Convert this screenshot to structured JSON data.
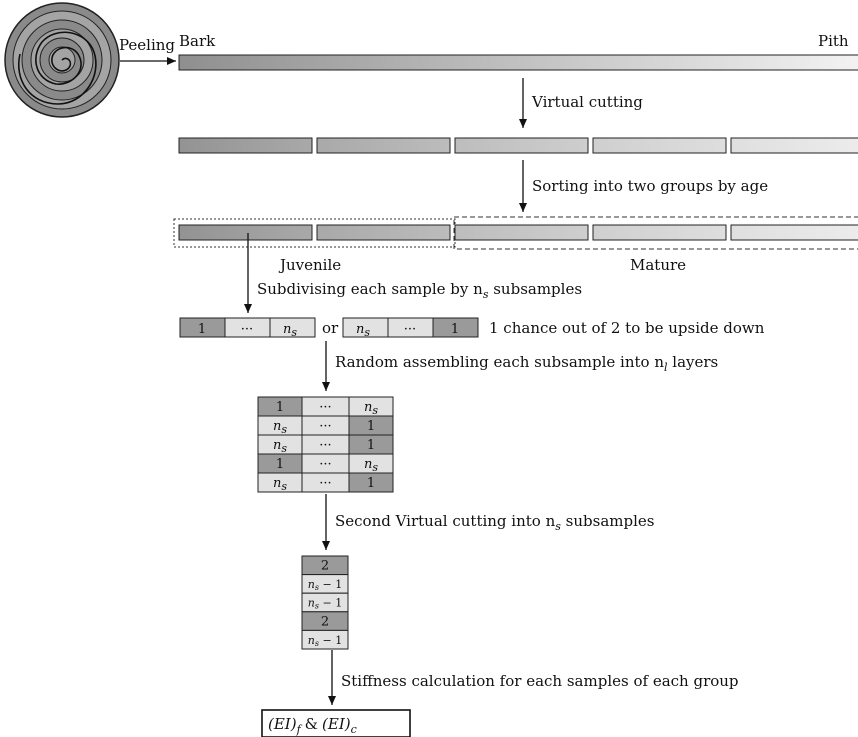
{
  "log": {
    "peeling_label": "Peeling"
  },
  "strip": {
    "bark_label": "Bark",
    "pith_label": "Pith"
  },
  "steps": {
    "virtual_cutting": "Virtual cutting",
    "sorting": "Sorting into two groups by age",
    "subdividing": "Subdivising each sample by n",
    "subdividing_sub": "s",
    "subdividing_tail": " subsamples",
    "random_assembling": "Random assembling each subsample into n",
    "random_assembling_sub": "l",
    "random_assembling_tail": " layers",
    "second_cutting": "Second Virtual cutting into n",
    "second_cutting_sub": "s",
    "second_cutting_tail": " subsamples",
    "stiffness": "Stiffness calculation for each samples of each group"
  },
  "groups": {
    "juvenile_label": "Juvenile",
    "mature_label": "Mature"
  },
  "subsample": {
    "first": "1",
    "ellipsis": "···",
    "last_base": "n",
    "last_sub": "s",
    "or_label": "or",
    "upside_down_note": "1 chance out of 2 to be upside down"
  },
  "layers": {
    "rows": [
      {
        "left": "1",
        "mid": "···",
        "right": "n",
        "right_sub": "s",
        "left_sub": "",
        "dark": "left"
      },
      {
        "left": "n",
        "left_sub": "s",
        "mid": "···",
        "right": "1",
        "right_sub": "",
        "dark": "right"
      },
      {
        "left": "n",
        "left_sub": "s",
        "mid": "···",
        "right": "1",
        "right_sub": "",
        "dark": "right"
      },
      {
        "left": "1",
        "left_sub": "",
        "mid": "···",
        "right": "n",
        "right_sub": "s",
        "dark": "left"
      },
      {
        "left": "n",
        "left_sub": "s",
        "mid": "···",
        "right": "1",
        "right_sub": "",
        "dark": "right"
      }
    ]
  },
  "second_column": {
    "cells": [
      "2",
      "n_s − 1",
      "n_s − 1",
      "2",
      "n_s − 1"
    ],
    "dark": [
      true,
      false,
      false,
      true,
      false
    ]
  },
  "result": {
    "ei_f": "(EI)",
    "ei_f_sub": "f",
    "amp": "&",
    "ei_c": "(EI)",
    "ei_c_sub": "c"
  },
  "colors": {
    "dark_fill": "#9a9a9a",
    "light_fill": "#e2e2e2",
    "stroke": "#222222"
  }
}
